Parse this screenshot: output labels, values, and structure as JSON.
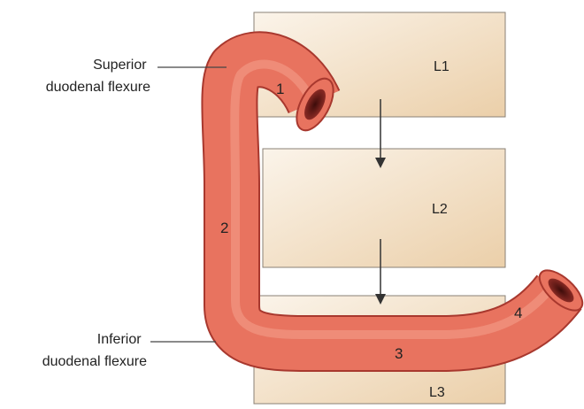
{
  "labels": {
    "superior_flexure": [
      "Superior",
      "duodenal flexure"
    ],
    "inferior_flexure": [
      "Inferior",
      "duodenal flexure"
    ]
  },
  "vertebrae": {
    "l1": "L1",
    "l2": "L2",
    "l3": "L3"
  },
  "parts": {
    "p1": "1",
    "p2": "2",
    "p3": "3",
    "p4": "4"
  },
  "colors": {
    "vertebra_light": "#faf1e6",
    "vertebra_dark": "#ecd0ac",
    "duodenum": "#e8735f",
    "duodenum_dark": "#c2483c",
    "lumen": "#6b1c18",
    "outline": "#555555"
  }
}
